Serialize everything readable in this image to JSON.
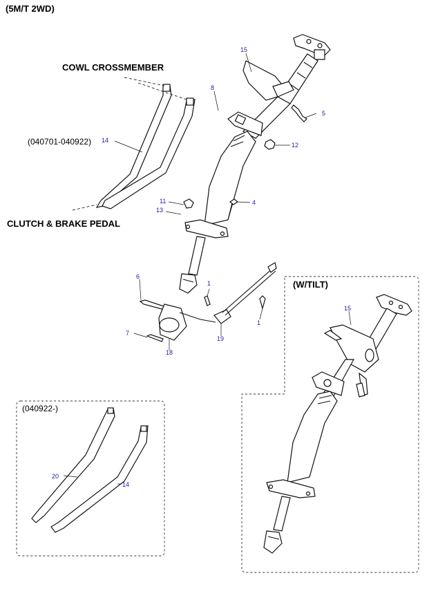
{
  "header": {
    "title": "(5M/T 2WD)"
  },
  "labels": {
    "cowl": "COWL CROSSMEMBER",
    "pedal": "CLUTCH & BRAKE  PEDAL",
    "range_1": "(040701-040922)",
    "tilt": "(W/TILT)",
    "range_2": "(040922-)"
  },
  "callouts": {
    "c15": "15",
    "c8": "8",
    "c5": "5",
    "c14": "14",
    "c12": "12",
    "c11": "11",
    "c4": "4",
    "c13": "13",
    "c6": "6",
    "c1a": "1",
    "c1b": "1",
    "c7": "7",
    "c19": "19",
    "c18": "18",
    "c15_tilt": "15",
    "c20": "20",
    "c14_b": "14"
  },
  "colors": {
    "callout": "#1a1aa6",
    "line": "#111111"
  }
}
